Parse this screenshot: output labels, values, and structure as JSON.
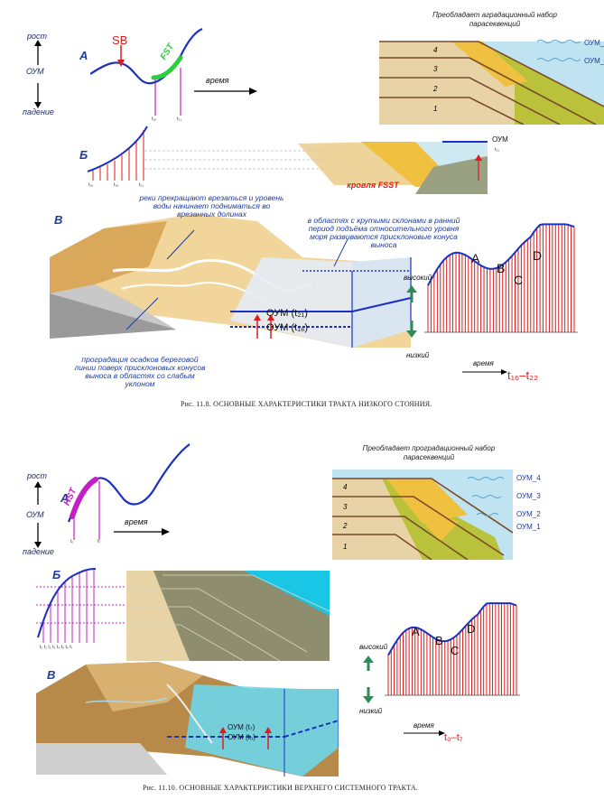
{
  "fig1": {
    "a_label": "А",
    "b_label": "Б",
    "c_label": "В",
    "rise": "рост",
    "oum": "ОУМ",
    "fall": "падение",
    "sb": "SB",
    "st": "FST",
    "time": "время",
    "t_a1": "t₁₆",
    "t_a2": "t₂₁",
    "top_title": "Преобладает аградационный набор парасеквенций",
    "oum_r1": "ОУМ_",
    "oum_r2": "ОУМ_",
    "para": [
      "4",
      "3",
      "2",
      "1"
    ],
    "b_oum": "ОУМ",
    "b_t": "t₂₁",
    "b_ticks": [
      "t₁₆",
      "t₁₈",
      "t₂₁"
    ],
    "fsst": "кровля FSST",
    "note_rivers": "реки прекращают врезаться и уровень воды начинает подниматься во врезанных долинах",
    "note_slopes": "в областях с крутыми склонами в ранний период подъёма относительного уровня моря развиваются присклоновые конуса выноса",
    "note_prog": "проградация осадков береговой линии поверх присклоновых конусов выноса в областях со слабым уклоном",
    "oum_t21": "ОУМ (t₂₁)",
    "oum_t16": "ОУМ (t₁₆)",
    "high": "высокий",
    "low": "низкий",
    "peaks": [
      "A",
      "B",
      "C",
      "D"
    ],
    "time2": "время",
    "range": "t₁₆–t₂₂",
    "caption": "Рис. 11.8. ОСНОВНЫЕ ХАРАКТЕРИСТИКИ ТРАКТА НИЗКОГО СТОЯНИЯ."
  },
  "fig2": {
    "a_label": "А",
    "b_label": "Б",
    "c_label": "В",
    "rise": "рост",
    "oum": "ОУМ",
    "fall": "падение",
    "hst": "HST",
    "time": "время",
    "t_a1": "t₀",
    "t_a2": "t₇",
    "top_title": "Преобладает проградационный набор парасеквенций",
    "oum_levels": [
      "ОУМ_4",
      "ОУМ_3",
      "ОУМ_2",
      "ОУМ_1"
    ],
    "para": [
      "4",
      "3",
      "2",
      "1"
    ],
    "b_ticks": "t₀ t₁ t₂ t₃ t₄ t₅ t₆ t₇",
    "oum_t7": "ОУМ (t₇)",
    "oum_t0": "ОУМ (t₀)",
    "high": "высокий",
    "low": "низкий",
    "peaks": [
      "A",
      "B",
      "C",
      "D"
    ],
    "time2": "время",
    "range": "t₀–t₇",
    "caption": "Рис. 11.10. ОСНОВНЫЕ ХАРАКТЕРИСТИКИ ВЕРХНЕГО СИСТЕМНОГО ТРАКТА."
  },
  "colors": {
    "curve": "#1a2fc4",
    "red": "#e01a1a",
    "magenta": "#c51fc4",
    "sand": "#f0c040",
    "olive": "#b9c23a",
    "water": "#bfe3f0",
    "cyan": "#19c6e6"
  }
}
